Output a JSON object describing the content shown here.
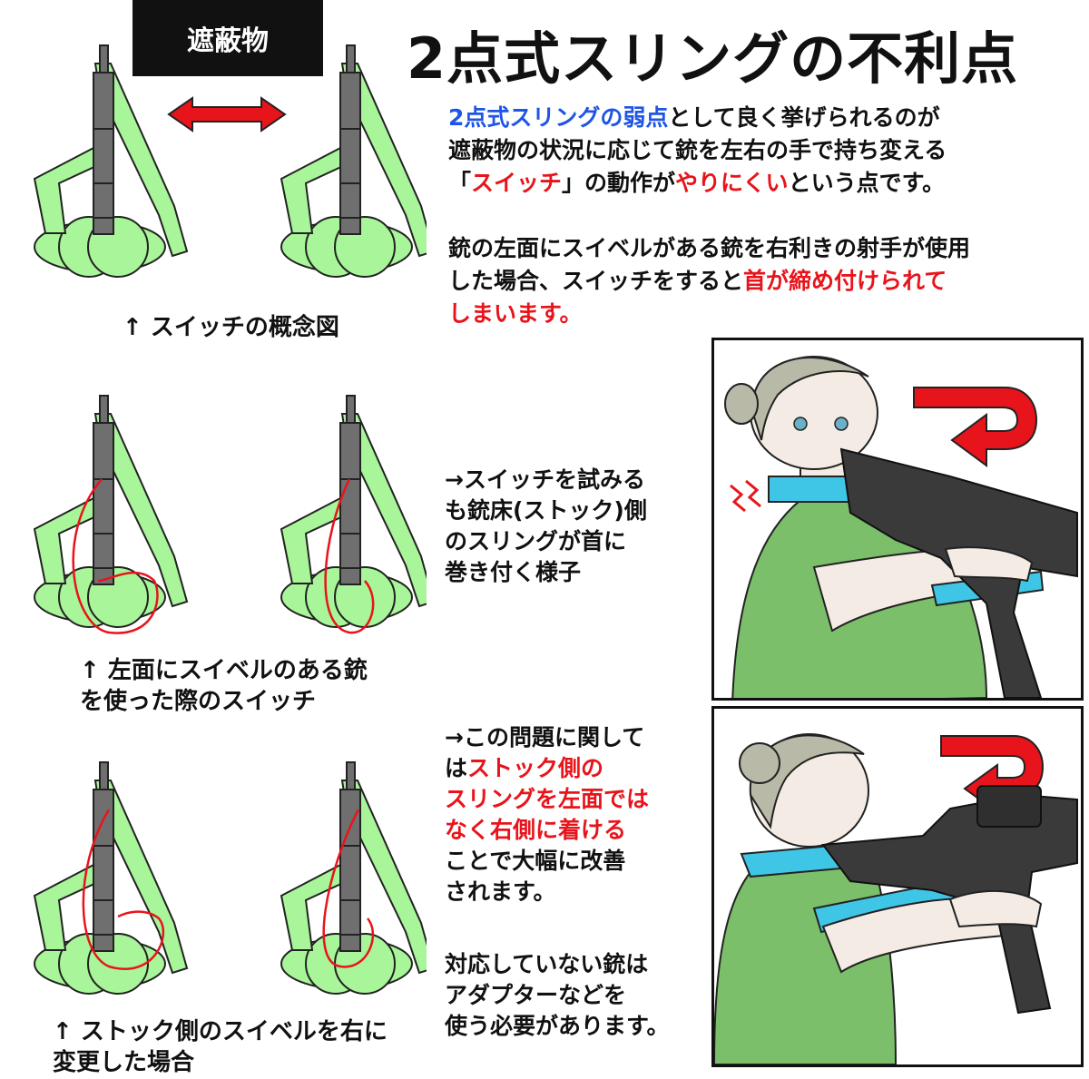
{
  "header": {
    "title": "2点式スリングの不利点",
    "cover_label": "遮蔽物"
  },
  "intro": {
    "line1_a": "2点式スリングの弱点",
    "line1_b": "として良く挙げられるのが",
    "line2": "遮蔽物の状況に応じて銃を左右の手で持ち変える",
    "line3_a": "「",
    "line3_b": "スイッチ",
    "line3_c": "」の動作が",
    "line3_d": "やりにくい",
    "line3_e": "という点です。",
    "line4": "銃の左面にスイベルがある銃を右利きの射手が使用",
    "line5_a": "した場合、スイッチをすると",
    "line5_b": "首が締め付けられて",
    "line6": "しまいます。"
  },
  "captions": {
    "concept": "↑ スイッチの概念図",
    "left_swivel_1": "↑ 左面にスイベルのある銃",
    "left_swivel_2": "を使った際のスイッチ",
    "right_swivel_1": "↑ ストック側のスイベルを右に",
    "right_swivel_2": "変更した場合"
  },
  "side_notes": {
    "choke_1": "→スイッチを試みる",
    "choke_2": "も銃床(ストック)側",
    "choke_3": "のスリングが首に",
    "choke_4": "巻き付く様子",
    "fix_1": "→この問題に関して",
    "fix_2a": "は",
    "fix_2b": "ストック側の",
    "fix_3": "スリングを左面では",
    "fix_4": "なく右側に着ける",
    "fix_5": "ことで大幅に改善",
    "fix_6": "されます。",
    "adapter_1": "対応していない銃は",
    "adapter_2": "アダプターなどを",
    "adapter_3": "使う必要があります。"
  },
  "colors": {
    "sling_green": "#a8f59a",
    "body_green": "#9ce88e",
    "gun_gray": "#6f6f6f",
    "arrow_red": "#e8141b",
    "sling_blue": "#3fc6e6",
    "shirt_green": "#7bbf6a",
    "hair_gray": "#b9b9a8"
  }
}
